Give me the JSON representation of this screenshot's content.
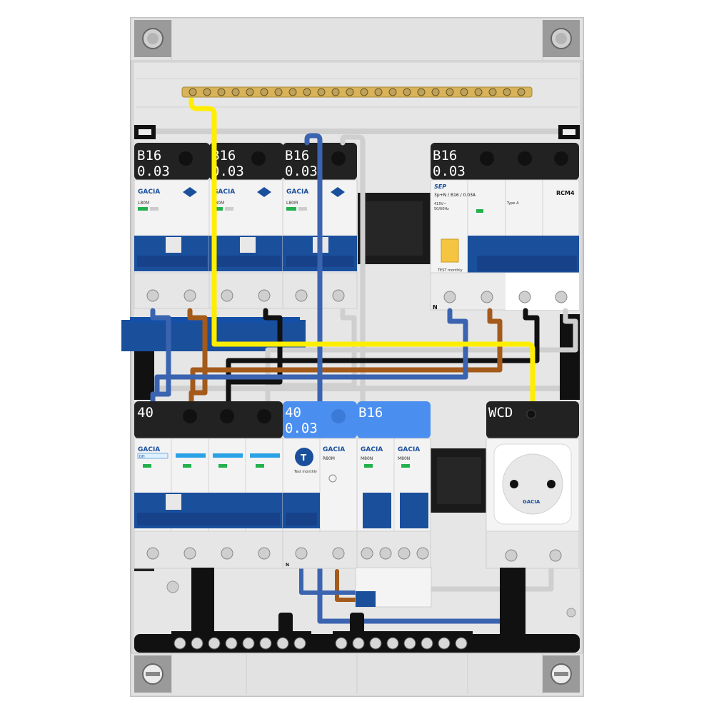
{
  "colors": {
    "enclosure": "#d6d6d6",
    "panel": "#e4e4e4",
    "rail": "#c8c8c8",
    "label_bar": "#222222",
    "breaker_body": "#f2f2f2",
    "toggle": "#1a4f9c",
    "wire_yellow": "#ffee00",
    "wire_blue": "#3b64b0",
    "wire_brown": "#a45a1a",
    "wire_black": "#111111",
    "wire_grey": "#cfcfcf",
    "busbar_brass": "#d8b35a",
    "blue_label": "#4a8ef0"
  },
  "top_row": {
    "breakers": [
      {
        "rating": "B16",
        "trip": "0.03",
        "brand": "GACIA",
        "model": "L80M"
      },
      {
        "rating": "B16",
        "trip": "0.03",
        "brand": "GACIA",
        "model": "L80M"
      },
      {
        "rating": "B16",
        "trip": "0.03",
        "brand": "GACIA",
        "model": "L80M"
      }
    ],
    "rcbo": {
      "rating": "B16",
      "trip": "0.03",
      "maker": "SEP",
      "spec": "3p+N / B16 / 0.03A",
      "voltage": "415V~",
      "freq": "50/60Hz",
      "test_label": "TEST monthly",
      "type_label": "Type A",
      "module": "RCM4"
    },
    "n_label": "N"
  },
  "bottom_row": {
    "main_switch": {
      "rating": "40",
      "brand": "GACIA",
      "model": "DH"
    },
    "rcd": {
      "rating": "40",
      "trip": "0.03",
      "model": "R80M",
      "test_label": "Test monthly",
      "brand": "GACIA"
    },
    "mcbs": [
      {
        "rating": "B16",
        "brand": "GACIA",
        "model": "M80N"
      },
      {
        "brand": "GACIA",
        "model": "M80N"
      }
    ],
    "socket": {
      "label": "WCD",
      "brand": "GACIA"
    },
    "n_label": "N"
  }
}
